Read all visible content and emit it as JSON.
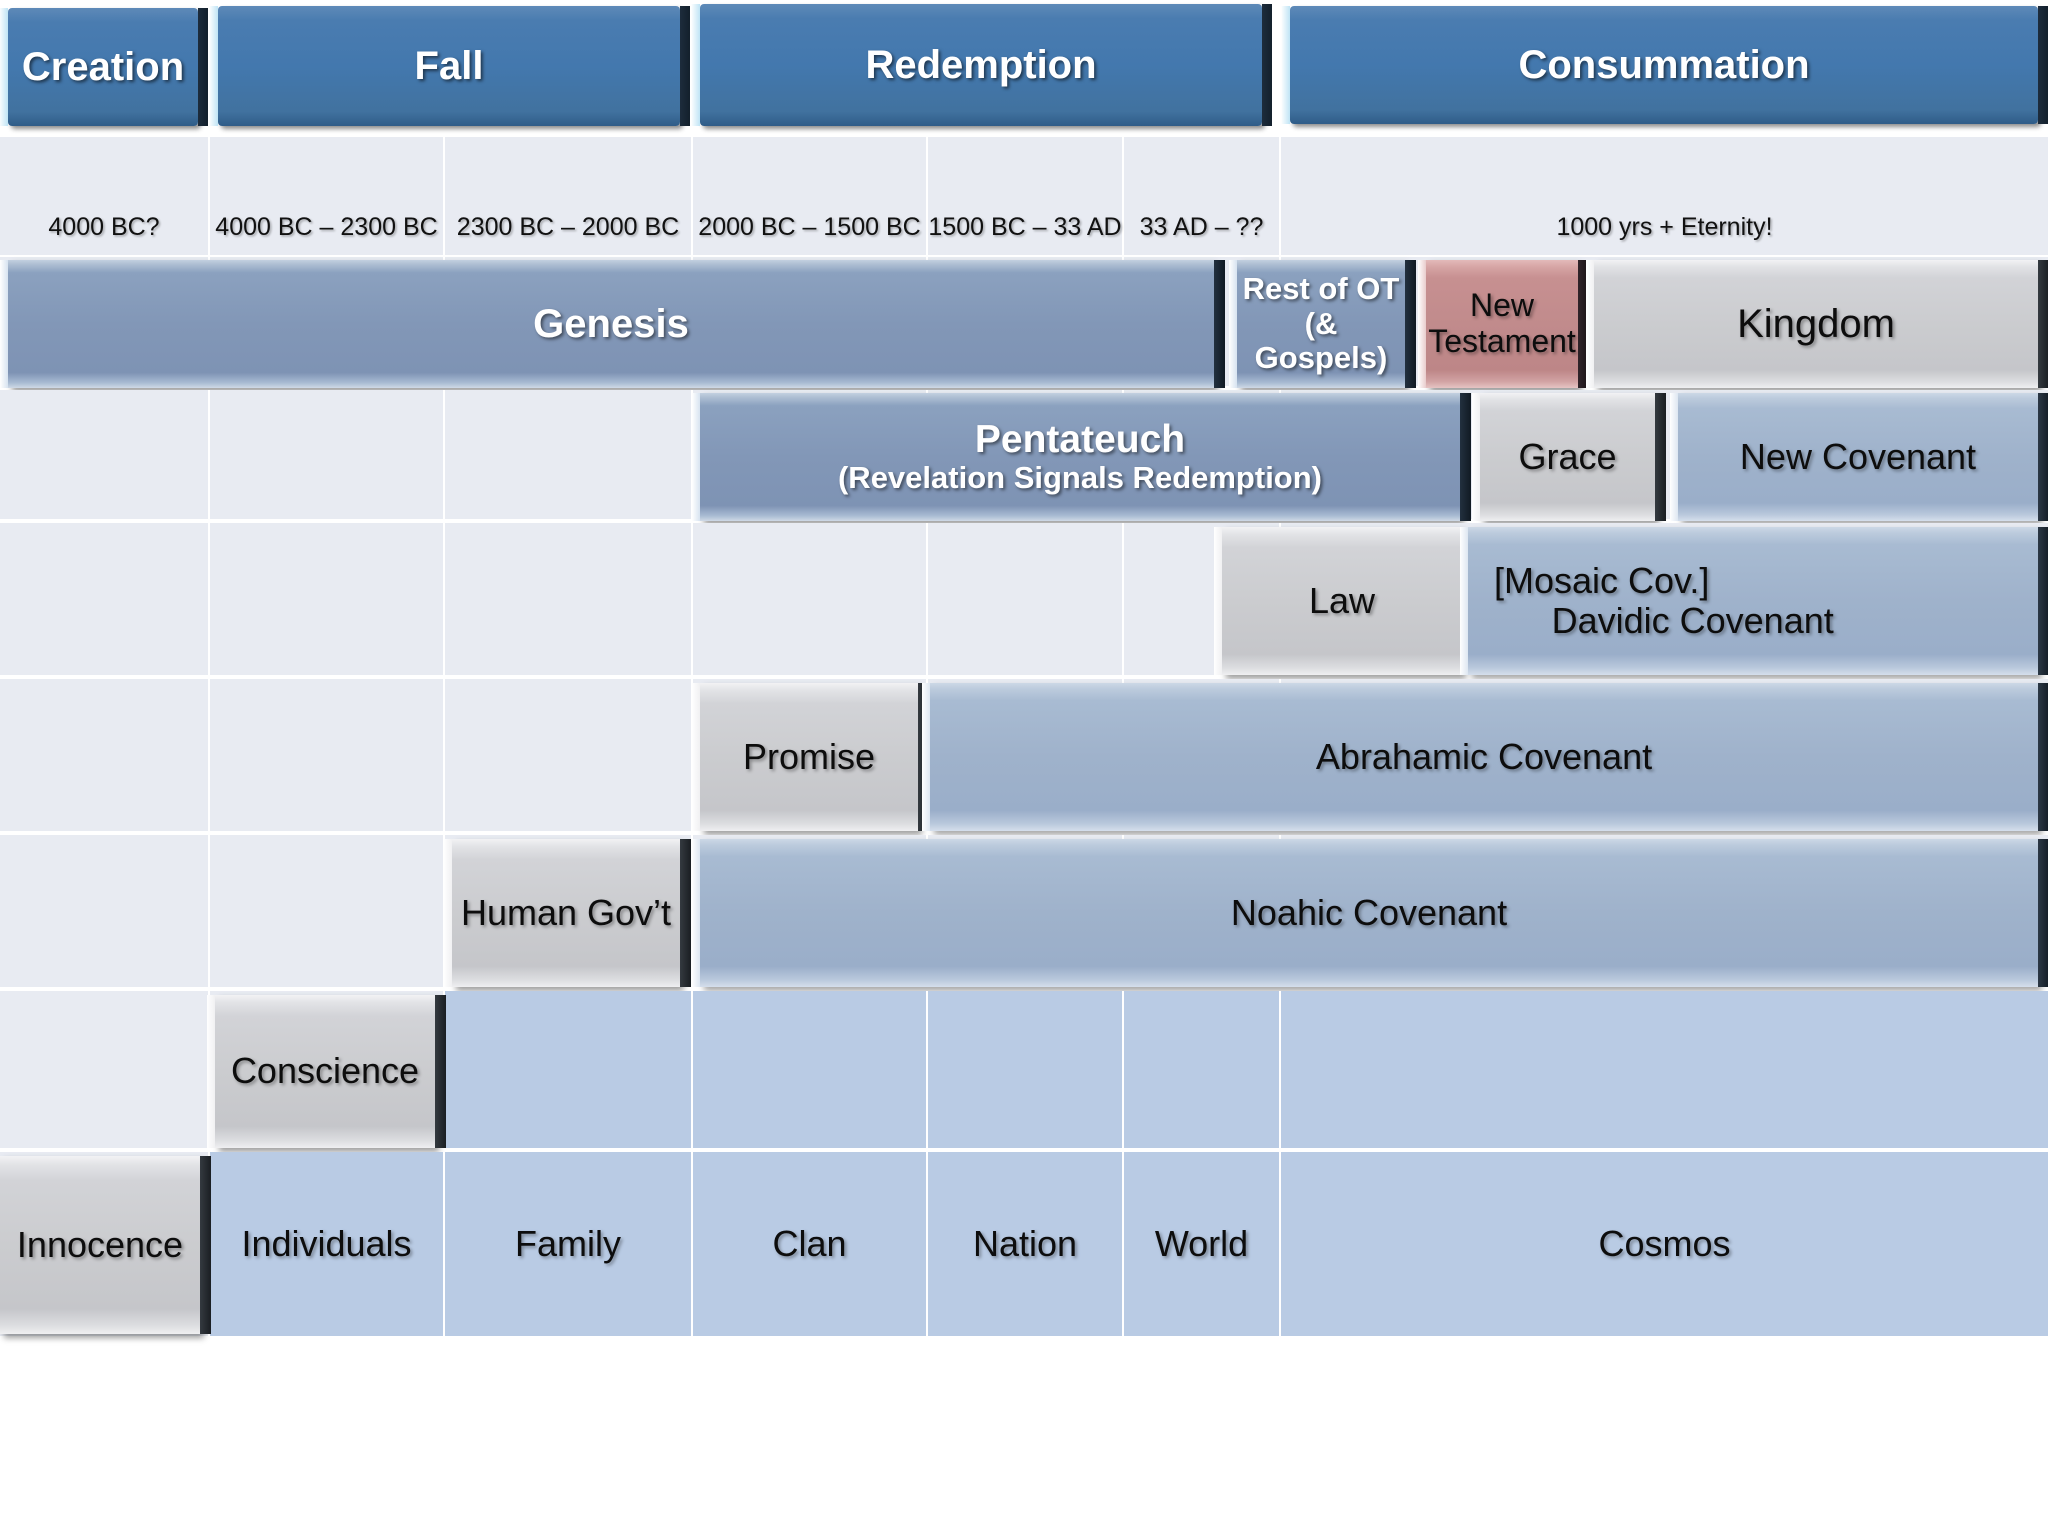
{
  "title": "Creation - Fall - Redemption - Consummation Covenant Timeline",
  "colors": {
    "header_blue": "#41729f",
    "steel_blue": "#8297b7",
    "light_steel_blue": "#9fb2cb",
    "grey": "#cbcccf",
    "rose_red": "#c18b8c",
    "pale_blue_fill": "#b9cbe4",
    "pale_grey_fill": "#e8ebf2"
  },
  "headers": [
    {
      "label": "Creation"
    },
    {
      "label": "Fall"
    },
    {
      "label": "Redemption"
    },
    {
      "label": "Consummation"
    }
  ],
  "dates": [
    "4000 BC?",
    "4000 BC – 2300 BC",
    "2300 BC – 2000 BC",
    "2000 BC – 1500 BC",
    "1500 BC – 33 AD",
    "33 AD – ??",
    "1000 yrs + Eternity!"
  ],
  "scripture_row": {
    "genesis": "Genesis",
    "rest_of_ot_line1": "Rest of OT",
    "rest_of_ot_line2": "(& Gospels)",
    "new_testament_line1": "New",
    "new_testament_line2": "Testament",
    "kingdom": "Kingdom"
  },
  "pentateuch_row": {
    "pentateuch_line1": "Pentateuch",
    "pentateuch_line2": "(Revelation Signals Redemption)",
    "grace": "Grace",
    "new_covenant": "New Covenant"
  },
  "law_row": {
    "law": "Law",
    "mosaic": "[Mosaic Cov.]",
    "davidic": "Davidic Covenant"
  },
  "promise_row": {
    "promise": "Promise",
    "abrahamic": "Abrahamic Covenant"
  },
  "government_row": {
    "human_govt": "Human Gov’t",
    "noahic": "Noahic Covenant"
  },
  "conscience_row": {
    "conscience": "Conscience"
  },
  "scope_row": [
    "Innocence",
    "Individuals",
    "Family",
    "Clan",
    "Nation",
    "World",
    "Cosmos"
  ]
}
